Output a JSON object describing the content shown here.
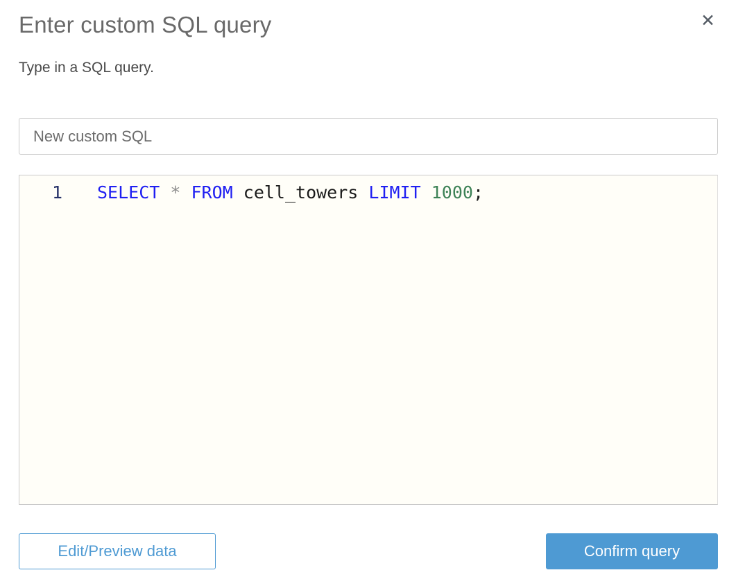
{
  "dialog": {
    "title": "Enter custom SQL query",
    "subtitle": "Type in a SQL query.",
    "close_glyph": "✕"
  },
  "name_input": {
    "value": "New custom SQL"
  },
  "editor": {
    "line_number": "1",
    "sql": "SELECT * FROM cell_towers LIMIT 1000;",
    "tokens": [
      {
        "text": "SELECT",
        "type": "keyword"
      },
      {
        "text": " ",
        "type": "plain"
      },
      {
        "text": "*",
        "type": "operator"
      },
      {
        "text": " ",
        "type": "plain"
      },
      {
        "text": "FROM",
        "type": "keyword"
      },
      {
        "text": " cell_towers ",
        "type": "plain"
      },
      {
        "text": "LIMIT",
        "type": "keyword"
      },
      {
        "text": " ",
        "type": "plain"
      },
      {
        "text": "1000",
        "type": "number"
      },
      {
        "text": ";",
        "type": "plain"
      }
    ]
  },
  "buttons": {
    "edit_preview": "Edit/Preview data",
    "confirm": "Confirm query"
  },
  "colors": {
    "accent": "#4e9ad3",
    "keyword": "#1f1ff2",
    "number": "#3d8256",
    "plain": "#1a1a1a",
    "operator": "#8c8c8c",
    "line_number": "#263168",
    "editor_bg": "#fffef8",
    "border": "#c9c9c9",
    "title": "#696969",
    "text": "#4a4a4a",
    "input_text": "#6c6c6c",
    "close": "#545b64"
  }
}
